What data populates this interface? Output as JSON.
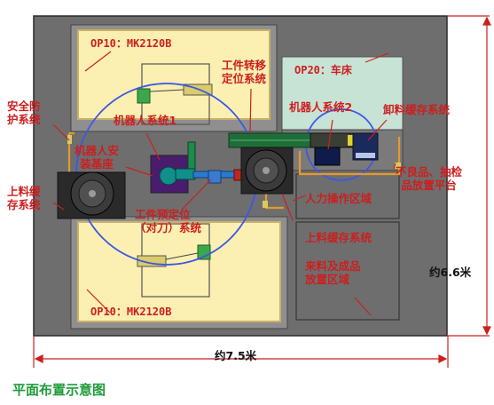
{
  "stations": {
    "op10_top": "OP10：MK2120B",
    "op10_bottom": "OP10：MK2120B",
    "op20": "OP20：车床"
  },
  "labels": {
    "safety": [
      "安全防",
      "护系统"
    ],
    "loading_buffer_left": [
      "上料缓",
      "存系统"
    ],
    "robot_base": [
      "机器人安",
      "装基座"
    ],
    "robot1": "机器人系统1",
    "transfer": [
      "工件转移",
      "定位系统"
    ],
    "robot2": "机器人系统2",
    "unloading_buffer": "卸料缓存系统",
    "reject": [
      "不良品、抽检",
      "品放置平台"
    ],
    "manual_area": "人力操作区域",
    "loading_buffer_right": "上料缓存系统",
    "prepos": [
      "工件预定位",
      "（对刀）系统"
    ],
    "incoming_area": [
      "来料及成品",
      "放置区域"
    ]
  },
  "dimensions": {
    "width": "约7.5米",
    "height": "约6.6米"
  },
  "caption": "平面布置示意图",
  "colors": {
    "floor": "#6e6e6e",
    "cell": "#fbefb2",
    "cell_border": "#c9b16b",
    "lathe": "#c7e3d5",
    "label": "#cc1f1f",
    "robot_ring": "#3d57e6",
    "caption": "#1f9b3a"
  }
}
